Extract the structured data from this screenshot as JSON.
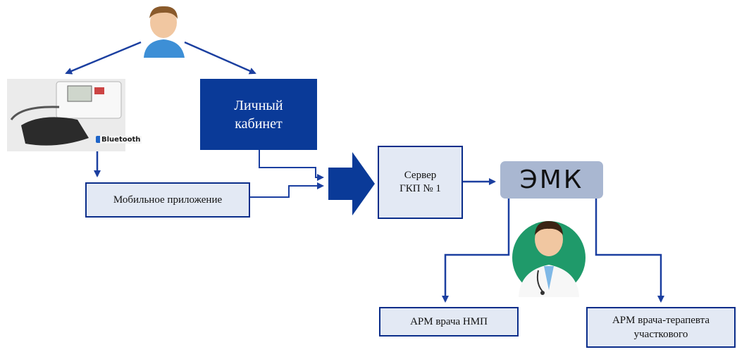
{
  "nodes": {
    "personal_cabinet": "Личный\nкабинет",
    "mobile_app": "Мобильное приложение",
    "server": "Сервер\nГКП № 1",
    "emk": "ЭМК",
    "arm_nmp": "АРМ врача НМП",
    "arm_therapist": "АРМ врача-терапевта\nучасткового"
  },
  "device": {
    "bluetooth_label": "Bluetooth"
  },
  "icons": {
    "patient": "patient-avatar-icon",
    "doctor": "doctor-avatar-icon",
    "device": "blood-pressure-monitor-image"
  },
  "colors": {
    "arrow": "#1b3fa0",
    "dark_box": "#0a3a98",
    "light_box": "#e3e9f4",
    "emk_box": "#a9b7d1",
    "border": "#0a2d8a"
  }
}
